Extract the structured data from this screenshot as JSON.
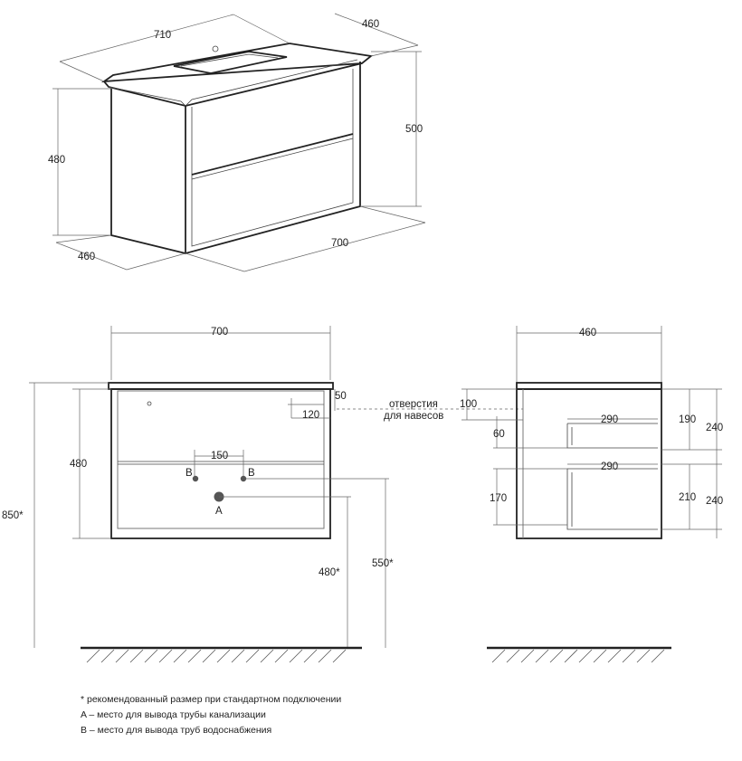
{
  "iso_view": {
    "dim_top_width": "710",
    "dim_top_depth": "460",
    "dim_total_height": "500",
    "dim_body_height": "480",
    "dim_bottom_depth": "460",
    "dim_bottom_width": "700"
  },
  "front_view": {
    "dim_width": "700",
    "dim_total_height": "850*",
    "dim_body_height": "480",
    "dim_hole_top": "50",
    "dim_hole_side": "120",
    "dim_pipe_spacing": "150",
    "label_b_left": "B",
    "label_b_right": "B",
    "label_a": "A",
    "dim_floor_480": "480*",
    "dim_floor_550": "550*",
    "holes_note_line1": "отверстия",
    "holes_note_line2": "для навесов"
  },
  "side_view": {
    "dim_depth": "460",
    "dim_100": "100",
    "dim_60": "60",
    "dim_shelf_upper": "290",
    "dim_shelf_lower": "290",
    "dim_190": "190",
    "dim_240_top": "240",
    "dim_170": "170",
    "dim_210": "210",
    "dim_240_bottom": "240"
  },
  "legend": {
    "line_1": "* рекомендованный размер при стандартном подключении",
    "line_2": "A – место для вывода трубы канализации",
    "line_3": "B – место для вывода труб водоснабжения"
  },
  "colors": {
    "line": "#222222",
    "background": "#ffffff",
    "pipe_marker": "#555555"
  }
}
